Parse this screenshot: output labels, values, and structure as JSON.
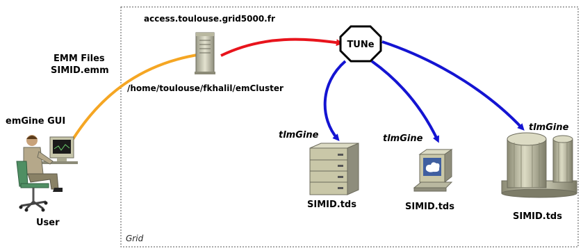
{
  "client": {
    "gui_label": "emGine GUI",
    "user_label": "User",
    "files_line1": "EMM Files",
    "files_line2": "SIMID.emm"
  },
  "server": {
    "host": "access.toulouse.grid5000.fr",
    "path": "/home/toulouse/fkhalil/emCluster"
  },
  "tune": {
    "label": "TUNe"
  },
  "nodes": [
    {
      "engine": "tlmGine",
      "file": "SIMID.tds"
    },
    {
      "engine": "tlmGine",
      "file": "SIMID.tds"
    },
    {
      "engine": "tlmGine",
      "file": "SIMID.tds"
    }
  ],
  "grid": {
    "label": "Grid"
  },
  "colors": {
    "user_to_server": "#f5a623",
    "server_to_tune": "#e8141c",
    "tune_to_nodes": "#1414d2",
    "hardware": "#c9c7a8"
  }
}
